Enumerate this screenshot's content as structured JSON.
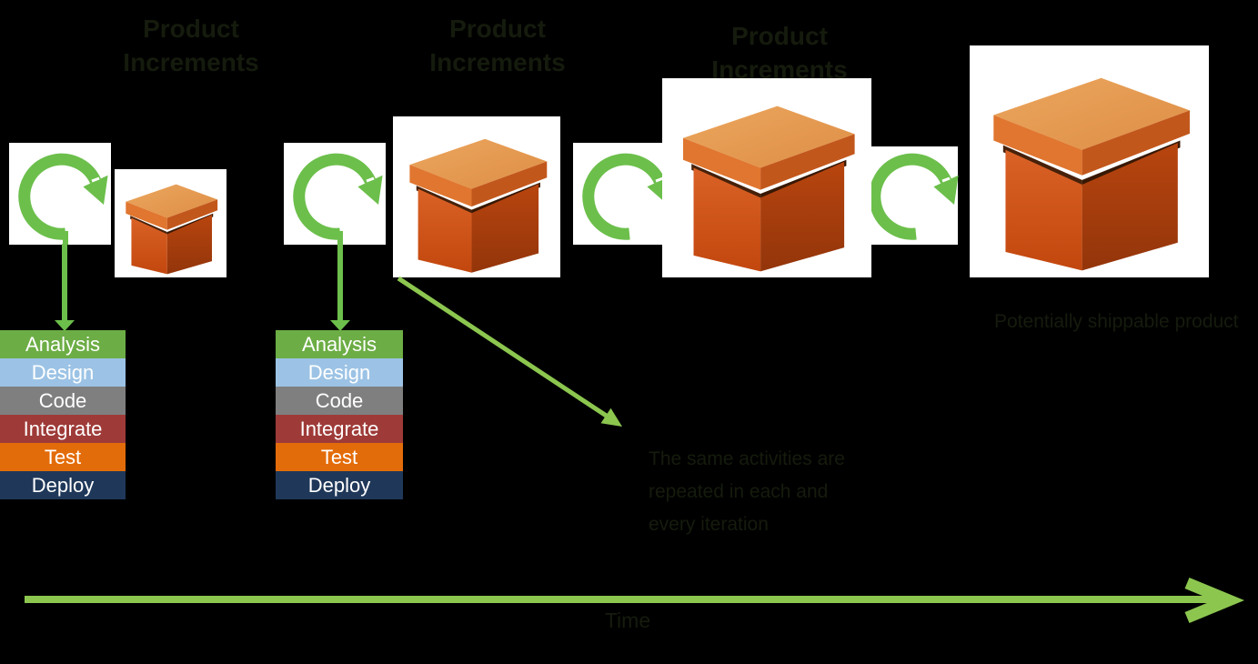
{
  "background_color": "#000000",
  "palette": {
    "loop_green": "#6CBF4B",
    "arrow_green": "#8CC64F",
    "box_orange_front": "#D2561F",
    "box_orange_lid": "#E69B54",
    "card_white": "#FFFFFF",
    "ghost_text": "#151B0D",
    "step_text": "#FFFFFF"
  },
  "increment_label": {
    "line1": "Product",
    "line2": "Increments"
  },
  "process": {
    "steps": [
      {
        "label": "Analysis",
        "color": "#6CAD45"
      },
      {
        "label": "Design",
        "color": "#9CC3E5"
      },
      {
        "label": "Code",
        "color": "#7F7F7F"
      },
      {
        "label": "Integrate",
        "color": "#9E3B38"
      },
      {
        "label": "Test",
        "color": "#E36C0A"
      },
      {
        "label": "Deploy",
        "color": "#1F3859"
      }
    ]
  },
  "annotation": {
    "line1": "The same activities are",
    "line2": "repeated in each and",
    "line3": "every iteration"
  },
  "shipping_note": "Potentially shippable product",
  "time_label": "Time",
  "icons": {
    "iteration_loops": 4,
    "product_boxes": 4
  }
}
